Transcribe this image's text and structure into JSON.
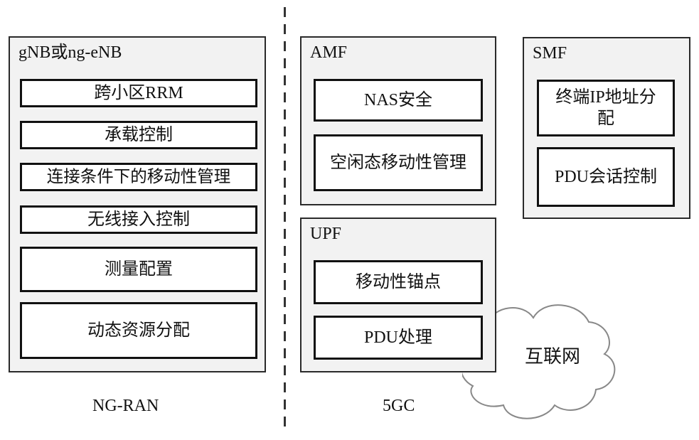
{
  "ran": {
    "title": "gNB或ng-eNB",
    "functions": [
      "跨小区RRM",
      "承载控制",
      "连接条件下的移动性管理",
      "无线接入控制",
      "测量配置",
      "动态资源分配"
    ],
    "caption": "NG-RAN"
  },
  "core": {
    "amf": {
      "title": "AMF",
      "functions": [
        "NAS安全",
        "空闲态移动性管理"
      ]
    },
    "smf": {
      "title": "SMF",
      "functions": [
        "终端IP地址分配",
        "PDU会话控制"
      ]
    },
    "upf": {
      "title": "UPF",
      "functions": [
        "移动性锚点",
        "PDU处理"
      ]
    },
    "caption": "5GC"
  },
  "internet": {
    "label": "互联网"
  },
  "colors": {
    "group_fill": "#f2f2f2",
    "box_border": "#111111",
    "cloud_stroke": "#888888"
  }
}
